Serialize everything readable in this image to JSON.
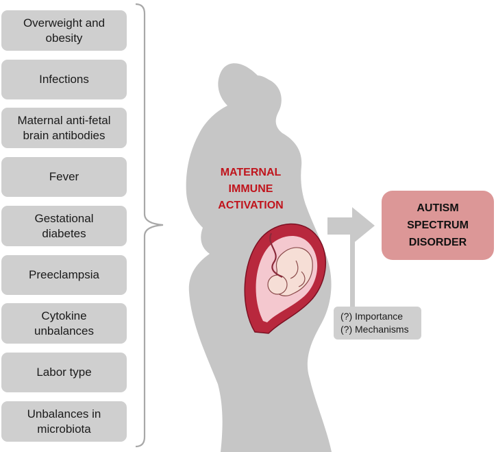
{
  "risk_factors": [
    "Overweight and\nobesity",
    "Infections",
    "Maternal anti-fetal\nbrain antibodies",
    "Fever",
    "Gestational\ndiabetes",
    "Preeclampsia",
    "Cytokine\nunbalances",
    "Labor type",
    "Unbalances in\nmicrobiota"
  ],
  "center_label": "MATERNAL\nIMMUNE\nACTIVATION",
  "outcome_label": "AUTISM\nSPECTRUM\nDISORDER",
  "open_questions": [
    "(?) Importance",
    "(?) Mechanisms"
  ],
  "colors": {
    "factor_box": "#cfcfcf",
    "silhouette": "#c6c6c6",
    "center_text": "#c0141c",
    "outcome_box": "#dc9797",
    "fetus": "#f6ded6",
    "uterus": "#b8283d"
  }
}
